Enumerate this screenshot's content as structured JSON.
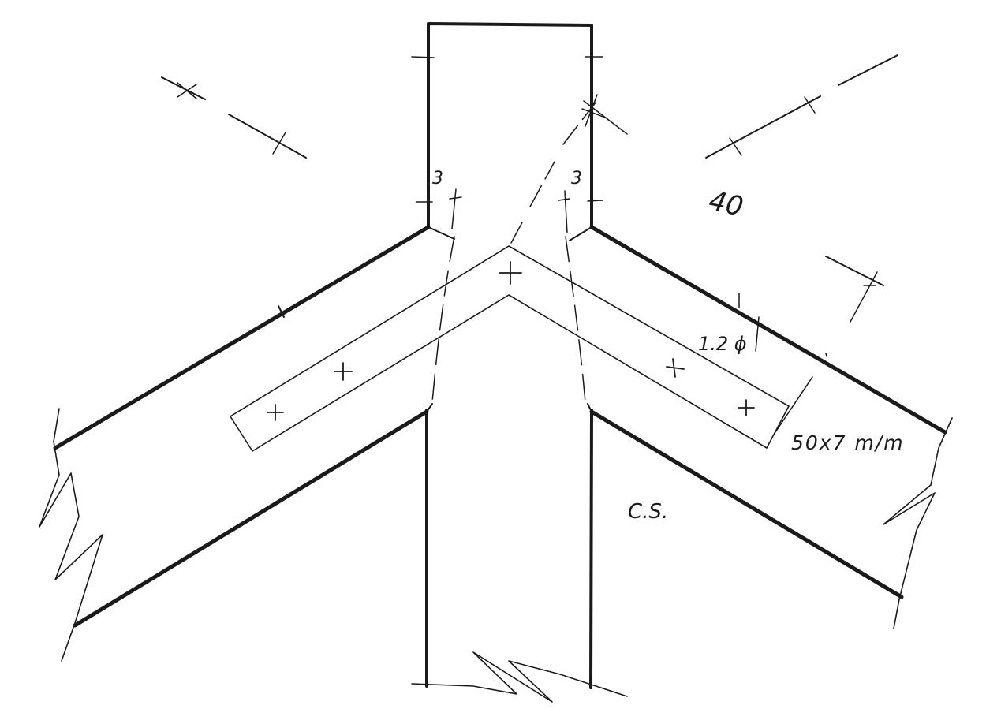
{
  "drawing": {
    "ink_color": "#1a1a1a",
    "paper_color": "#ffffff",
    "annotations": {
      "left_gap": "3",
      "right_gap": "3",
      "angle": "40",
      "bolt_diameter": "1.2 ϕ",
      "plate_size": "50x7 m/m",
      "label": "C.S."
    }
  }
}
